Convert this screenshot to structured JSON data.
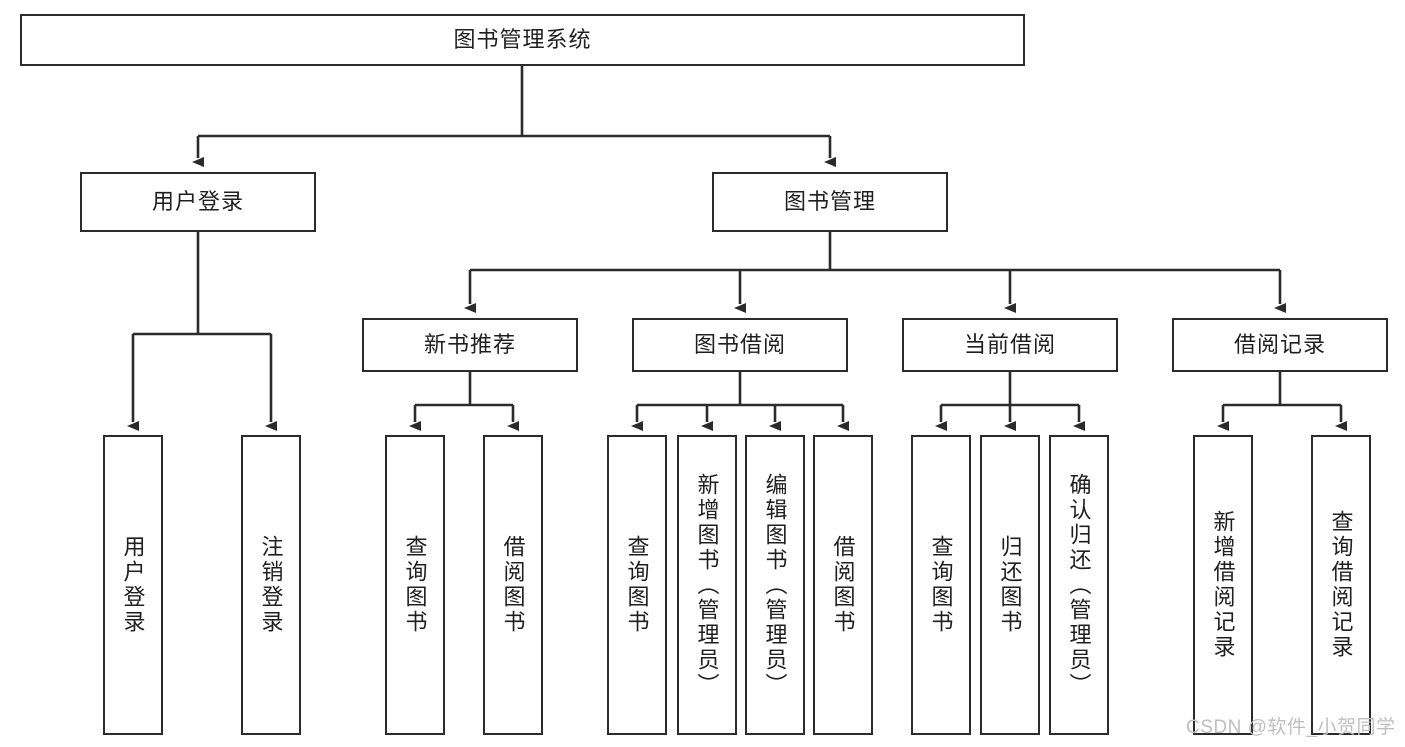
{
  "diagram": {
    "title": "图书管理系统",
    "type": "tree-hierarchy",
    "watermark": "CSDN @软件_小贺同学",
    "colors": {
      "stroke": "#2b2b2b",
      "fill": "#ffffff",
      "text": "#1f1f1f",
      "watermark": "#bfbfbf"
    },
    "levels": {
      "root": {
        "label": "图书管理系统"
      },
      "level2": [
        {
          "label": "用户登录"
        },
        {
          "label": "图书管理"
        }
      ],
      "level3": [
        {
          "label": "新书推荐"
        },
        {
          "label": "图书借阅"
        },
        {
          "label": "当前借阅"
        },
        {
          "label": "借阅记录"
        }
      ],
      "leaves": {
        "user_login": [
          {
            "label": "用户登录"
          },
          {
            "label": "注销登录"
          }
        ],
        "new_book_recommend": [
          {
            "label": "查询图书"
          },
          {
            "label": "借阅图书"
          }
        ],
        "book_borrow": [
          {
            "label": "查询图书"
          },
          {
            "label": "新增图书（管理员）"
          },
          {
            "label": "编辑图书（管理员）"
          },
          {
            "label": "借阅图书"
          }
        ],
        "current_borrow": [
          {
            "label": "查询图书"
          },
          {
            "label": "归还图书"
          },
          {
            "label": "确认归还（管理员）"
          }
        ],
        "borrow_records": [
          {
            "label": "新增借阅记录"
          },
          {
            "label": "查询借阅记录"
          }
        ]
      }
    }
  }
}
